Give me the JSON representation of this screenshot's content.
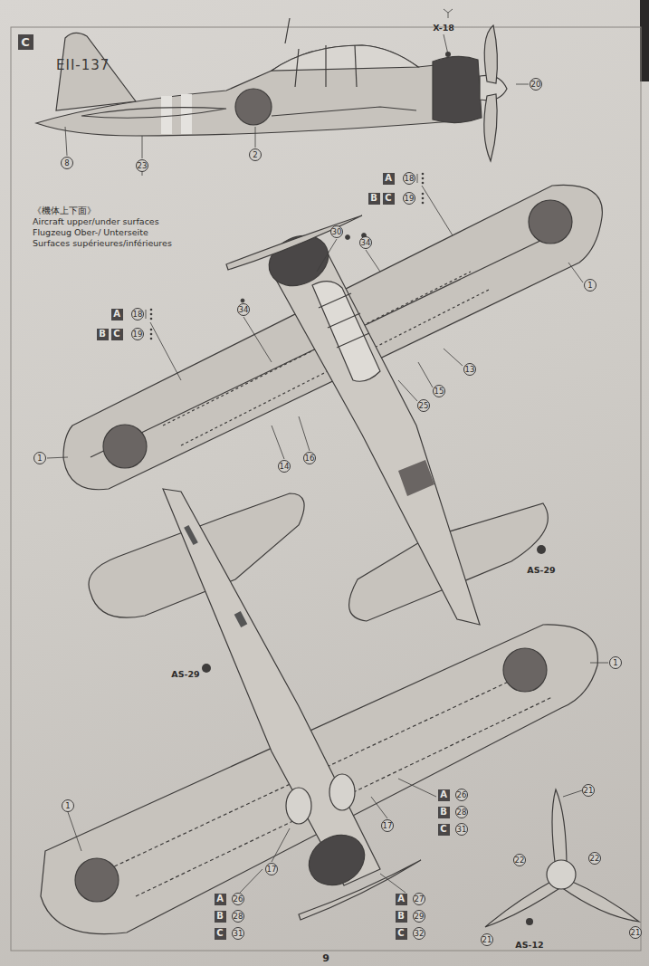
{
  "diagram": {
    "labels": [
      "C",
      "EII-137",
      "X-18",
      "20",
      "8",
      "23",
      "2",
      "《機体上下面》",
      "Aircraft upper/under surfaces",
      "Flugzeug Ober-/ Unterseite",
      "Surfaces supérieures/inférieures",
      "A",
      "18",
      "B",
      "C",
      "19",
      "30",
      "34",
      "A",
      "18",
      "B",
      "C",
      "19",
      "34",
      "1",
      "13",
      "15",
      "25",
      "1",
      "14",
      "16",
      "AS-29",
      "AS-29",
      "1",
      "17",
      "A",
      "26",
      "B",
      "28",
      "C",
      "31",
      "1",
      "17",
      "A",
      "26",
      "B",
      "28",
      "C",
      "31",
      "A",
      "27",
      "B",
      "29",
      "C",
      "32",
      "21",
      "22",
      "22",
      "21",
      "21",
      "AS-12",
      "9"
    ]
  }
}
